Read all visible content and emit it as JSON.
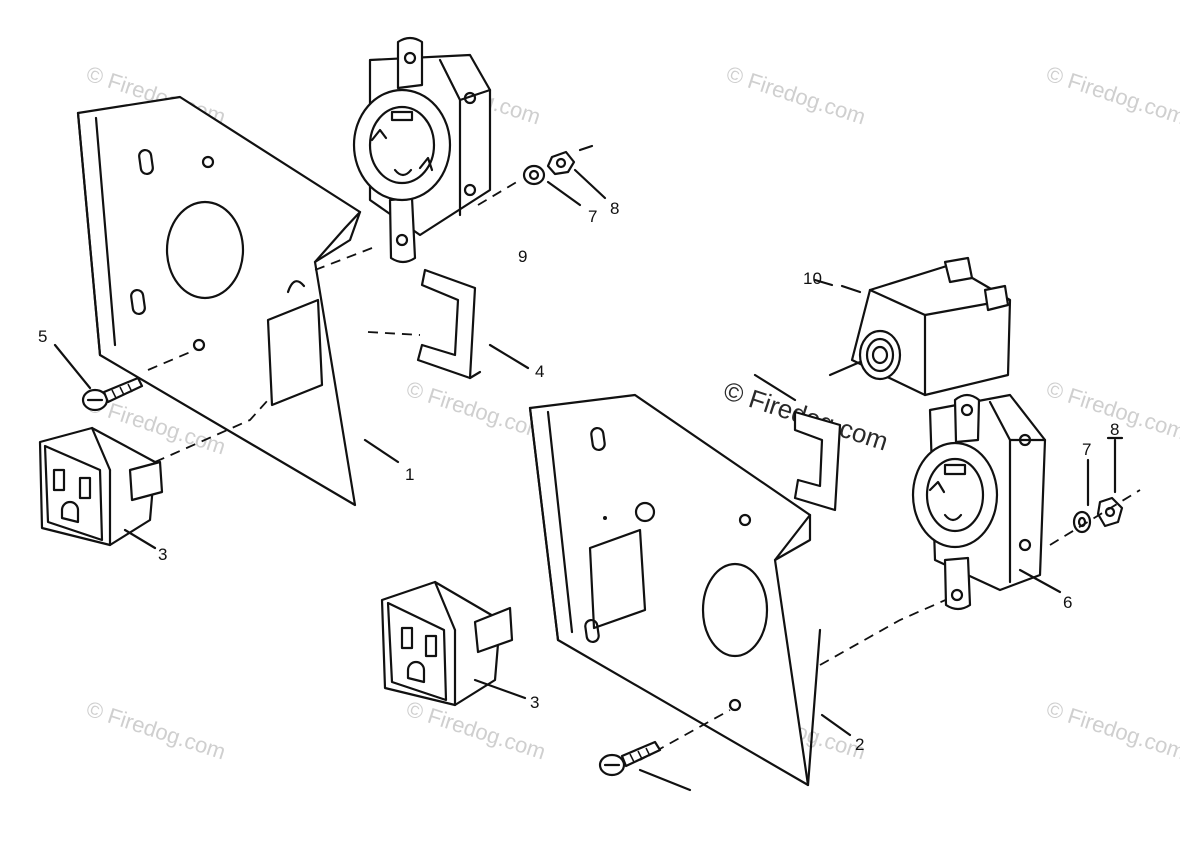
{
  "watermark": {
    "text": "© Firedog.com"
  },
  "callouts": [
    {
      "id": "1",
      "text": "1"
    },
    {
      "id": "2",
      "text": "2"
    },
    {
      "id": "3a",
      "text": "3"
    },
    {
      "id": "3b",
      "text": "3"
    },
    {
      "id": "4",
      "text": "4"
    },
    {
      "id": "5",
      "text": "5"
    },
    {
      "id": "6",
      "text": "6"
    },
    {
      "id": "7a",
      "text": "7"
    },
    {
      "id": "7b",
      "text": "7"
    },
    {
      "id": "8a",
      "text": "8"
    },
    {
      "id": "8b",
      "text": "8"
    },
    {
      "id": "9",
      "text": "9"
    },
    {
      "id": "10",
      "text": "10"
    }
  ]
}
